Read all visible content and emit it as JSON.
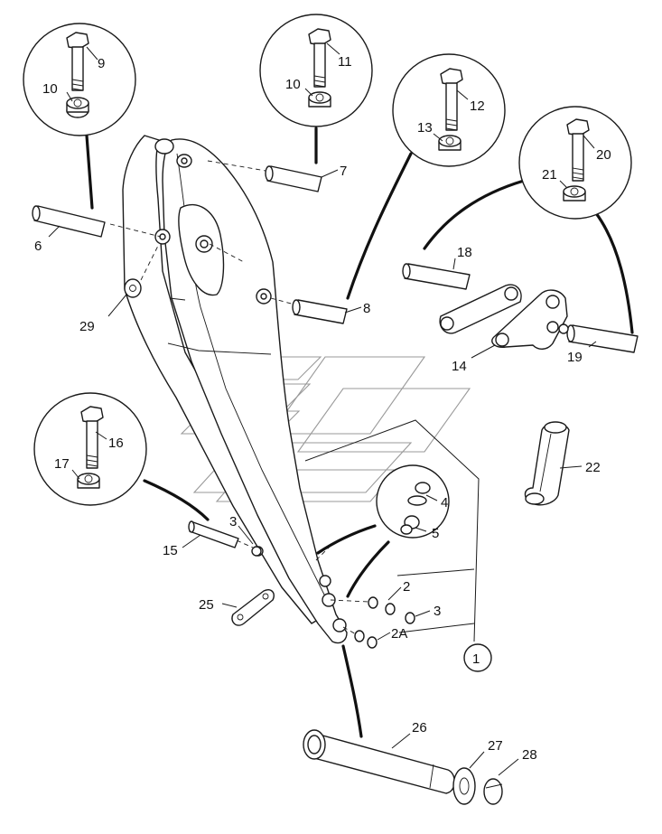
{
  "callouts": {
    "c1": "1",
    "c2": "2",
    "c2A": "2A",
    "c3a": "3",
    "c3b": "3",
    "c4": "4",
    "c5": "5",
    "c6": "6",
    "c7": "7",
    "c8": "8",
    "c9": "9",
    "c10a": "10",
    "c10b": "10",
    "c11": "11",
    "c12": "12",
    "c13": "13",
    "c14": "14",
    "c15": "15",
    "c16": "16",
    "c17": "17",
    "c18": "18",
    "c19": "19",
    "c20": "20",
    "c21": "21",
    "c22": "22",
    "c25": "25",
    "c26": "26",
    "c27": "27",
    "c28": "28",
    "c29": "29"
  }
}
